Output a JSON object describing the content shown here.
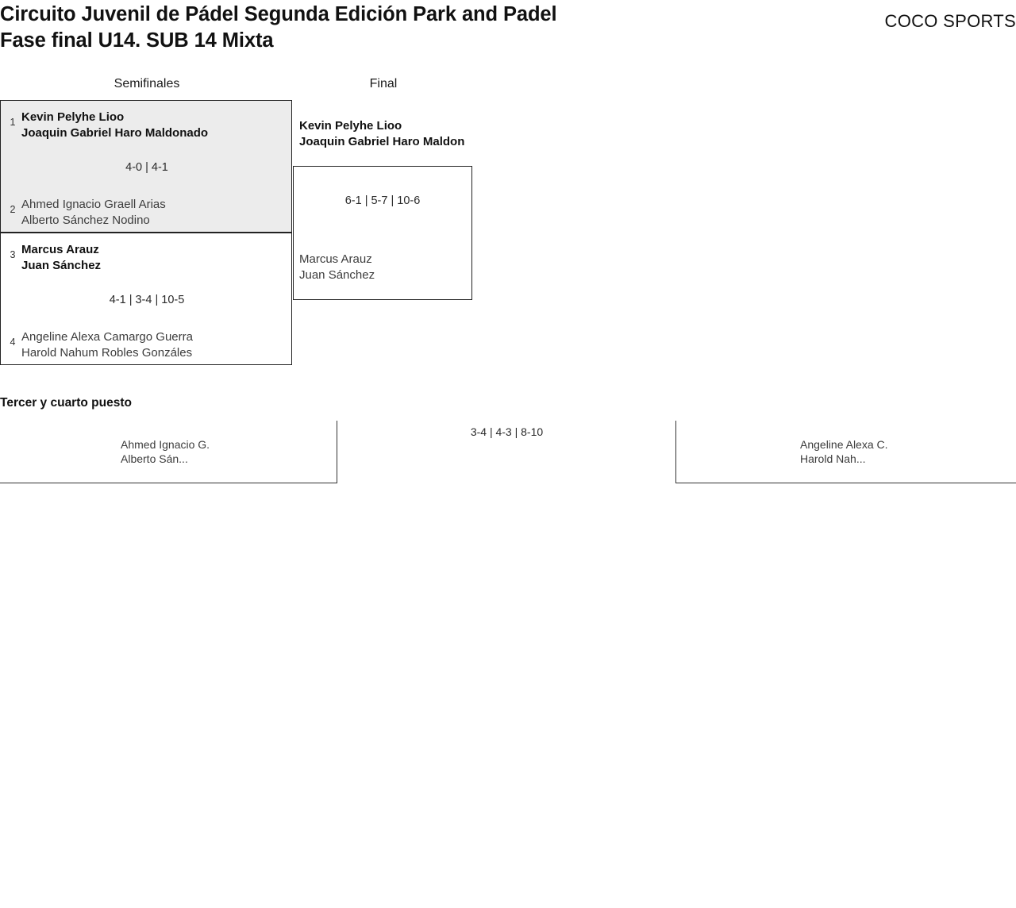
{
  "header": {
    "title_line1": "Circuito Juvenil de Pádel Segunda Edición Park and Padel",
    "title_line2": "Fase final U14. SUB 14 Mixta",
    "brand": "COCO SPORTS"
  },
  "bracket": {
    "rounds": [
      {
        "label": "Semifinales"
      },
      {
        "label": "Final"
      }
    ],
    "semifinals": [
      {
        "seed_top": "1",
        "top_player1": "Kevin Pelyhe Lioo",
        "top_player2": "Joaquin Gabriel Haro Maldonado",
        "seed_bottom": "2",
        "bottom_player1": "Ahmed Ignacio Graell Arias",
        "bottom_player2": "Alberto Sánchez Nodino",
        "score": "4-0 | 4-1"
      },
      {
        "seed_top": "3",
        "top_player1": "Marcus Arauz",
        "top_player2": "Juan Sánchez",
        "seed_bottom": "4",
        "bottom_player1": "Angeline Alexa Camargo Guerra",
        "bottom_player2": "Harold Nahum Robles Gonzáles",
        "score": "4-1 | 3-4 | 10-5"
      }
    ],
    "final": {
      "top_player1": "Kevin Pelyhe Lioo",
      "top_player2": "Joaquin Gabriel Haro Maldon",
      "bottom_player1": "Marcus Arauz",
      "bottom_player2": "Juan Sánchez",
      "score": "6-1 | 5-7 | 10-6"
    }
  },
  "third_place": {
    "heading": "Tercer y cuarto puesto",
    "left_player1": "Ahmed Ignacio G.",
    "left_player2": "Alberto Sán...",
    "right_player1": "Angeline Alexa C.",
    "right_player2": "Harold Nah...",
    "score": "3-4 | 4-3 | 8-10"
  },
  "colors": {
    "highlight_box": "#ececec",
    "border": "#222222",
    "text": "#1a1a1a"
  }
}
